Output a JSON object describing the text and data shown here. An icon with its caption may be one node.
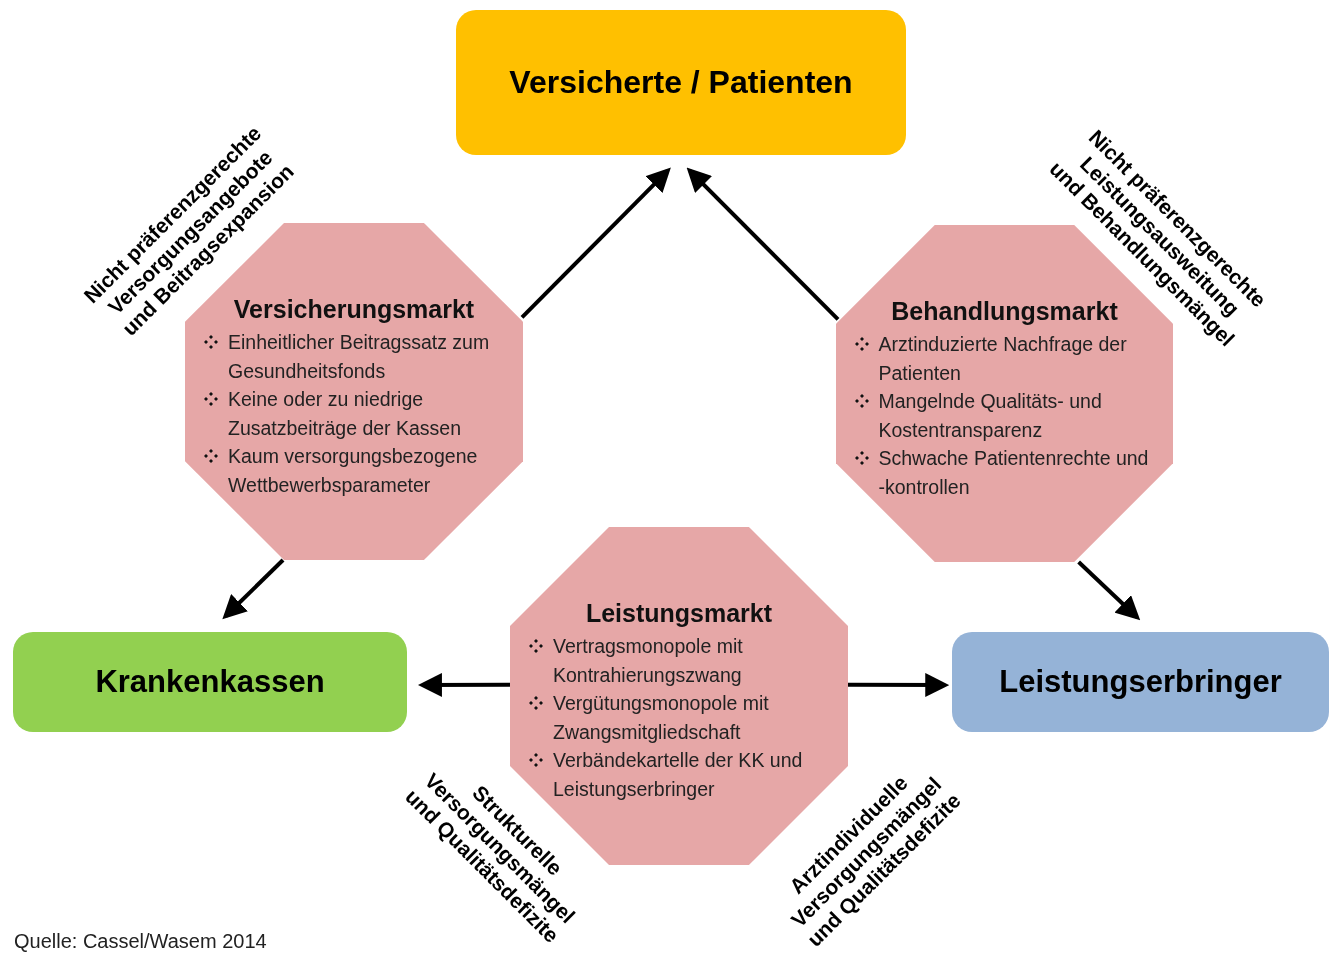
{
  "diagram": {
    "nodes": [
      {
        "text": [
          "Versicherte / Patienten"
        ]
      },
      {
        "text": [
          "Versicherungsmarkt",
          "Einheitlicher Beitragssatz zum Gesundheitsfonds",
          "Keine oder zu niedrige Zusatzbeiträge der Kassen",
          "Kaum versorgungsbezogene Wettbewerbsparameter"
        ]
      },
      {
        "text": [
          "Behandlungsmarkt",
          "Arztinduzierte Nachfrage der Patienten",
          "Mangelnde Qualitäts- und Kostentransparenz",
          "Schwache Patientenrechte und  -kontrollen"
        ]
      },
      {
        "text": [
          "Krankenkassen"
        ]
      },
      {
        "text": [
          "Leistungsmarkt",
          "Vertragsmonopole mit Kontrahierungszwang",
          "Vergütungsmonopole mit Zwangsmitgliedschaft",
          "Verbändekartelle der KK und Leistungserbringer"
        ]
      },
      {
        "text": [
          "Leistungserbringer"
        ]
      }
    ],
    "edges": [
      {
        "from": 1,
        "to": 0,
        "arrow": "to"
      },
      {
        "from": 2,
        "to": 0,
        "arrow": "to"
      },
      {
        "from": 1,
        "to": 3,
        "arrow": "to"
      },
      {
        "from": 2,
        "to": 5,
        "arrow": "to"
      },
      {
        "from": 4,
        "to": 3,
        "arrow": "to"
      },
      {
        "from": 4,
        "to": 5,
        "arrow": "to"
      }
    ],
    "labels": [
      "Nicht präferenzgerechte Versorgungsangebote und Beitragsexpansion",
      "Nicht präferenzgerechte Leistungsausweitung und Behandlungsmängel",
      "Strukturelle Versorgungsmängel und Qualitätsdefizite",
      "Arztindividuelle Versorgungsmängel und Qualitätsdefizite",
      "Quelle: Cassel/Wasem 2014"
    ]
  }
}
